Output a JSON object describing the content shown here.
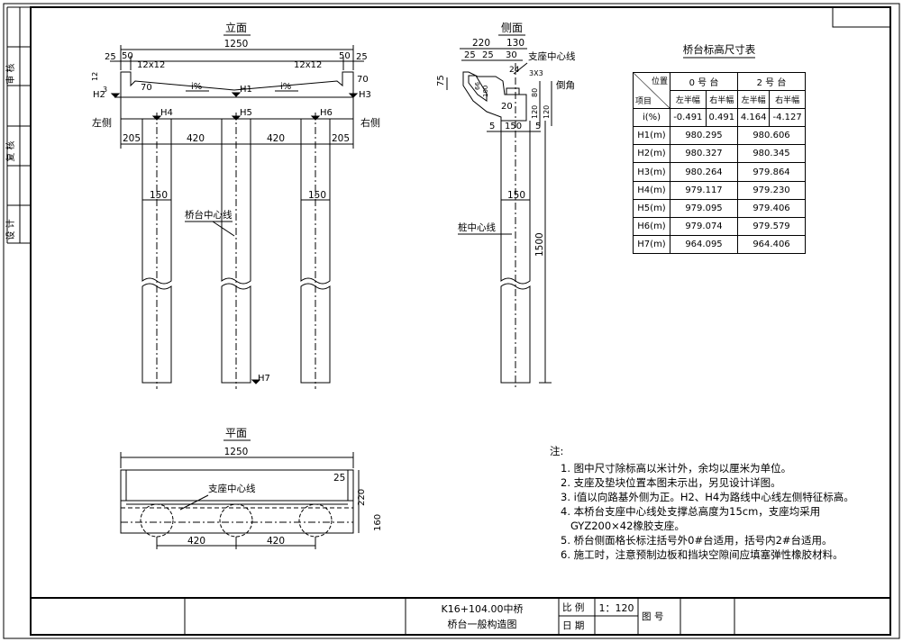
{
  "elevation": {
    "title": "立面",
    "dim_total": "1250",
    "dim_25_left": "25",
    "dim_50_left": "50",
    "dim_25_right": "25",
    "dim_50_right": "50",
    "chamfer_left": "12x12",
    "chamfer_right": "12x12",
    "dim_70_left": "70",
    "dim_70_right": "70",
    "dim_12": "12",
    "dim_3": "3",
    "slope_left": "i%",
    "slope_right": "i%",
    "label_h1": "H1",
    "label_h2": "H2",
    "label_h3": "H3",
    "label_h4": "H4",
    "label_h5": "H5",
    "label_h6": "H6",
    "label_h7": "H7",
    "left_side": "左侧",
    "right_side": "右侧",
    "dim_205_left": "205",
    "dim_420_left": "420",
    "dim_420_right": "420",
    "dim_205_right": "205",
    "pile_dia_left": "150",
    "pile_dia_right": "150",
    "centerline": "桥台中心线"
  },
  "side": {
    "title": "侧面",
    "dim_220": "220",
    "dim_130": "130",
    "dim_75": "75",
    "dim_25a": "25",
    "dim_25b": "25",
    "dim_30": "30",
    "dim_24": "24",
    "bearing_centerline": "支座中心线",
    "dim_3x3": "3X3",
    "dim_66": "66",
    "dim_100": "100",
    "dim_20": "20",
    "dim_80": "80",
    "dim_120a": "120",
    "dim_120b": "120",
    "chamfer": "倒角",
    "dim_75v": "75",
    "dim_5a": "5",
    "dim_150": "150",
    "dim_5b": "5",
    "pile_dia": "150",
    "pile_centerline": "桩中心线",
    "height": "1500"
  },
  "plan": {
    "title": "平面",
    "dim_total": "1250",
    "dim_25": "25",
    "bearing_centerline": "支座中心线",
    "dim_220": "220",
    "dim_160": "160",
    "dim_420_left": "420",
    "dim_420_right": "420"
  },
  "table": {
    "title": "桥台标高尺寸表",
    "head_position": "位置",
    "head_item": "项目",
    "abut0": "0 号 台",
    "abut2": "2 号 台",
    "left_half": "左半幅",
    "right_half": "右半幅",
    "rows": [
      {
        "label": "i(%)",
        "v1": "-0.491",
        "v2": "0.491",
        "v3": "4.164",
        "v4": "-4.127"
      },
      {
        "label": "H1(m)",
        "v1": "980.295",
        "v3": "980.606"
      },
      {
        "label": "H2(m)",
        "v1": "980.327",
        "v3": "980.345"
      },
      {
        "label": "H3(m)",
        "v1": "980.264",
        "v3": "979.864"
      },
      {
        "label": "H4(m)",
        "v1": "979.117",
        "v3": "979.230"
      },
      {
        "label": "H5(m)",
        "v1": "979.095",
        "v3": "979.406"
      },
      {
        "label": "H6(m)",
        "v1": "979.074",
        "v3": "979.579"
      },
      {
        "label": "H7(m)",
        "v1": "964.095",
        "v3": "964.406"
      }
    ]
  },
  "notes": {
    "heading": "注:",
    "lines": [
      "1. 图中尺寸除标高以米计外，余均以厘米为单位。",
      "2. 支座及垫块位置本图未示出，另见设计详图。",
      "3. i值以向路基外侧为正。H2、H4为路线中心线左侧特征标高。",
      "4. 本桥台支座中心线处支撑总高度为15cm，支座均采用",
      "   GYZ200×42橡胶支座。",
      "5. 桥台侧面格长标注括号外0#台适用，括号内2#台适用。",
      "6. 施工时，注意预制边板和挡块空隙间应填塞弹性橡胶材料。"
    ]
  },
  "titleblock": {
    "project": "K16+104.00中桥",
    "drawing": "桥台一般构造图",
    "scale_label": "比 例",
    "scale": "1：120",
    "date_label": "日 期",
    "drawing_no_label": "图 号"
  },
  "sidebar": {
    "review": "审 核",
    "check": "复 核",
    "design": "设 计"
  }
}
